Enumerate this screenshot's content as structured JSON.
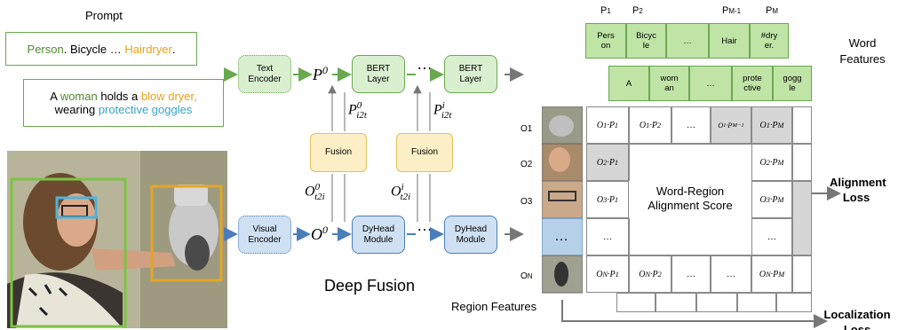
{
  "prompt_label": "Prompt",
  "prompt1": {
    "w1": "Person",
    "w2": ". Bicycle … ",
    "w3": "Hairdryer",
    "w4": "."
  },
  "prompt2": {
    "l1a": "A ",
    "l1b": "woman",
    "l1c": " holds a ",
    "l1d": "blow dryer,",
    "l2a": "wearing ",
    "l2b": "protective goggles"
  },
  "text_encoder": "Text Encoder",
  "visual_encoder": "Visual Encoder",
  "bert1": "BERT Layer",
  "bert2": "BERT Layer",
  "dyhead1": "DyHead Module",
  "dyhead2": "DyHead Module",
  "fusion1": "Fusion",
  "fusion2": "Fusion",
  "ellipsis": "…",
  "deep_fusion": "Deep Fusion",
  "p_labels": [
    "P1",
    "P2",
    "PM-1",
    "PM"
  ],
  "word_row1": [
    "Pers on",
    "Bicyc le",
    "…",
    "Hair",
    "#dry er."
  ],
  "word_row2": [
    "A",
    "wom an",
    "…",
    "prote ctive",
    "gogg le"
  ],
  "word_features": "Word Features",
  "region_labels": [
    "O1",
    "O2",
    "O3",
    "…",
    "ON"
  ],
  "region_ellipsis": "…",
  "region_features": "Region Features",
  "score_label": "Word-Region Alignment Score",
  "alignment_loss": "Alignment Loss",
  "localization_loss": "Localization Loss",
  "colors": {
    "green": "#6aa84f",
    "blue": "#4a7ebb",
    "yellow": "#e0c060",
    "gray_cell": "#d6d6d6",
    "teal": "#3aa3c7",
    "orange": "#e7a11d"
  }
}
